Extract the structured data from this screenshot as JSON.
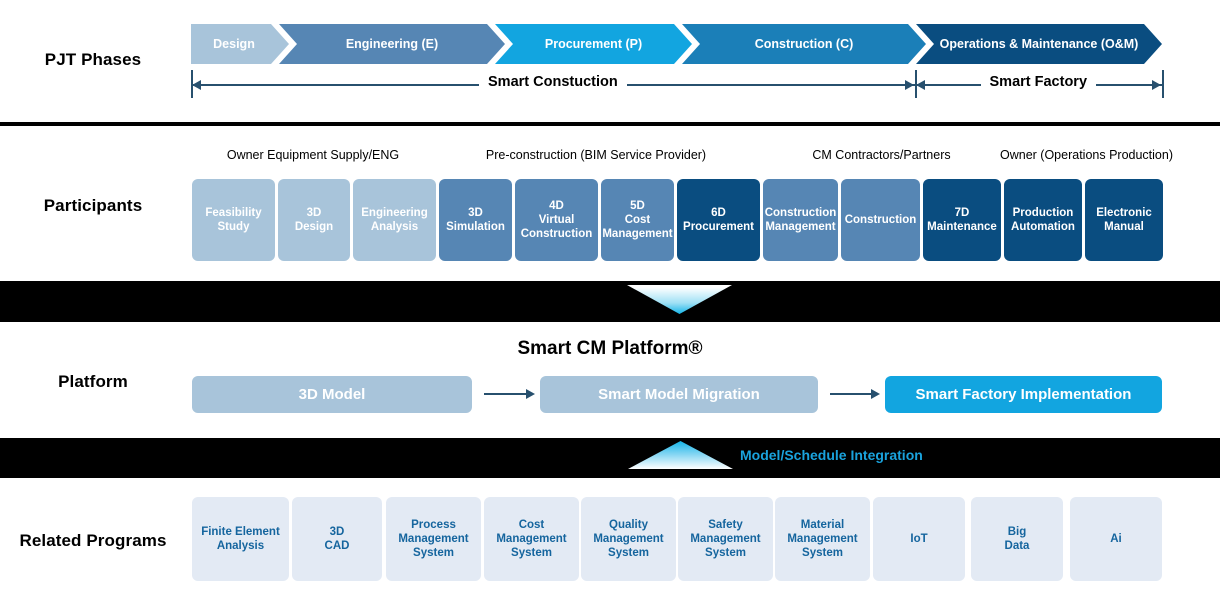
{
  "rows": {
    "phases_label": "PJT Phases",
    "participants_label": "Participants",
    "platform_label": "Platform",
    "programs_label": "Related Programs"
  },
  "phases": {
    "items": [
      {
        "label": "Design",
        "color": "#a8c4da"
      },
      {
        "label": "Engineering (E)",
        "color": "#5686b4"
      },
      {
        "label": "Procurement (P)",
        "color": "#12a5e0"
      },
      {
        "label": "Construction (C)",
        "color": "#1b7fb8"
      },
      {
        "label": "Operations & Maintenance (O&M)",
        "color": "#0a4d80"
      }
    ],
    "spans": [
      {
        "label": "Smart Constuction"
      },
      {
        "label": "Smart Factory"
      }
    ]
  },
  "participants": {
    "captions": [
      "Owner Equipment Supply/ENG",
      "Pre-construction (BIM Service Provider)",
      "CM Contractors/Partners",
      "Owner (Operations Production)"
    ],
    "items": [
      {
        "label": "Feasibility\nStudy",
        "color": "#a8c4da"
      },
      {
        "label": "3D\nDesign",
        "color": "#a8c4da"
      },
      {
        "label": "Engineering\nAnalysis",
        "color": "#a8c4da"
      },
      {
        "label": "3D\nSimulation",
        "color": "#5686b4"
      },
      {
        "label": "4D\nVirtual\nConstruction",
        "color": "#5686b4"
      },
      {
        "label": "5D\nCost\nManagement",
        "color": "#5686b4"
      },
      {
        "label": "6D\nProcurement",
        "color": "#0a4d80"
      },
      {
        "label": "Construction\nManagement",
        "color": "#5686b4"
      },
      {
        "label": "Construction",
        "color": "#5686b4"
      },
      {
        "label": "7D\nMaintenance",
        "color": "#0a4d80"
      },
      {
        "label": "Production\nAutomation",
        "color": "#0a4d80"
      },
      {
        "label": "Electronic\nManual",
        "color": "#0a4d80"
      }
    ]
  },
  "platform": {
    "title": "Smart CM Platform®",
    "items": [
      {
        "label": "3D Model",
        "color": "#a8c4da"
      },
      {
        "label": "Smart Model Migration",
        "color": "#a8c4da"
      },
      {
        "label": "Smart Factory Implementation",
        "color": "#12a5e0"
      }
    ]
  },
  "integration": {
    "label": "Model/Schedule Integration",
    "color": "#1aa3dd"
  },
  "programs": {
    "items": [
      {
        "label": "Finite Element\nAnalysis"
      },
      {
        "label": "3D\nCAD"
      },
      {
        "label": "Process\nManagement\nSystem"
      },
      {
        "label": "Cost\nManagement\nSystem"
      },
      {
        "label": "Quality\nManagement\nSystem"
      },
      {
        "label": "Safety\nManagement\nSystem"
      },
      {
        "label": "Material\nManagement\nSystem"
      },
      {
        "label": "IoT"
      },
      {
        "label": "Big\nData"
      },
      {
        "label": "Ai"
      }
    ]
  }
}
